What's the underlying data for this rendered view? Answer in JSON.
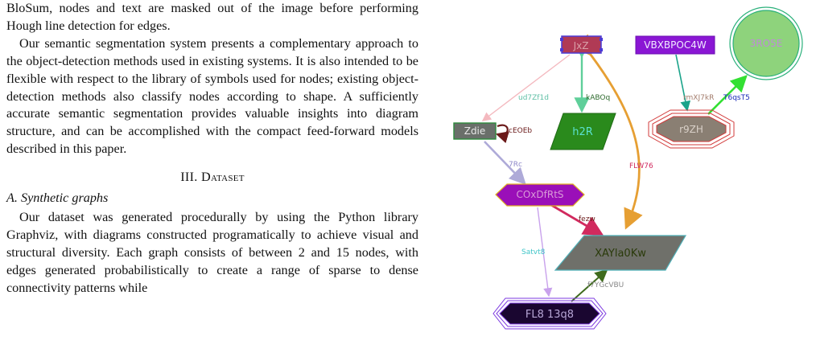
{
  "text": {
    "p1": "BloSum, nodes and text are masked out of the image before performing Hough line detection for edges.",
    "p2": "Our semantic segmentation system presents a complementary approach to the object-detection methods used in existing systems. It is also intended to be flexible with respect to the library of symbols used for nodes; existing object-detection methods also classify nodes according to shape. A sufficiently accurate semantic segmentation provides valuable insights into diagram structure, and can be accomplished with the compact feed-forward models described in this paper.",
    "section_heading": "III. Dataset",
    "subsection_heading": "A. Synthetic graphs",
    "p3": "Our dataset was generated procedurally by using the Python library Graphviz, with diagrams constructed programatically to achieve visual and structural diversity. Each graph consists of between 2 and 15 nodes, with edges generated probabilistically to create a range of sparse to dense connectivity patterns while"
  },
  "diagram": {
    "nodes": {
      "jxz": "JxZ",
      "vbx": "VBXBPOC4W",
      "ro5e": "3RO5E",
      "zdie": "Zdie",
      "h2r": "h2R",
      "r9zh": "r9ZH",
      "codfrts": "COxDfRtS",
      "xay": "XAYla0Kw",
      "fl8": "FL8 13q8"
    },
    "edges": {
      "ud7": "ud7Zf1d",
      "kabo": "kABOq",
      "ceoeb": "cEOEb",
      "rmxj": "rmXJ7kR",
      "t6qs": "T6qsT5",
      "seven_rc": "7Rc",
      "flw76": "FLW76",
      "fezw": "fezw",
      "satvt": "Satvt8",
      "f7yg": "f7YGcVBU"
    }
  }
}
